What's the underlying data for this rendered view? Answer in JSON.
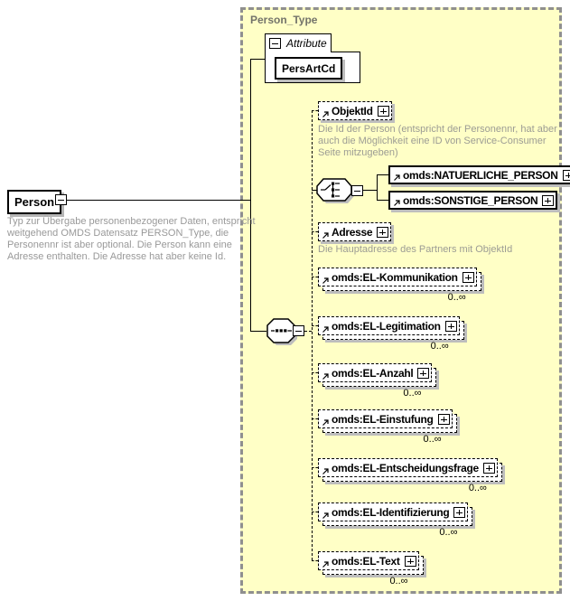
{
  "diagram": {
    "root_element": {
      "label": "Person",
      "description_lines": [
        "Typ zur Übergabe personenbezogener Daten, entspricht",
        "weitgehend OMDS Datensatz PERSON_Type, die",
        "Personennr ist aber optional. Die Person kann eine",
        "Adresse enthalten. Die Adresse hat aber keine Id."
      ]
    },
    "person_type": {
      "title": "Person_Type",
      "attribute_group": {
        "label": "Attribute",
        "attributes": [
          {
            "name": "PersArtCd"
          }
        ]
      },
      "children": [
        {
          "label": "ObjektId",
          "description_lines": [
            "Die Id der Person (entspricht der Personennr, hat aber",
            "auch die Möglichkeit eine ID von Service-Consumer",
            "Seite mitzugeben)"
          ]
        },
        {
          "choice": [
            {
              "label": "omds:NATUERLICHE_PERSON"
            },
            {
              "label": "omds:SONSTIGE_PERSON"
            }
          ]
        },
        {
          "label": "Adresse",
          "description_lines": [
            "Die Hauptadresse des Partners mit ObjektId"
          ]
        },
        {
          "label": "omds:EL-Kommunikation",
          "occurrence": "0..∞"
        },
        {
          "label": "omds:EL-Legitimation",
          "occurrence": "0..∞"
        },
        {
          "label": "omds:EL-Anzahl",
          "occurrence": "0..∞"
        },
        {
          "label": "omds:EL-Einstufung",
          "occurrence": "0..∞"
        },
        {
          "label": "omds:EL-Entscheidungsfrage",
          "occurrence": "0..∞"
        },
        {
          "label": "omds:EL-Identifizierung",
          "occurrence": "0..∞"
        },
        {
          "label": "omds:EL-Text",
          "occurrence": "0..∞"
        }
      ]
    },
    "colors": {
      "container_fill": "#FFFFC6",
      "container_border": "#8F8F8F",
      "box_fill": "#FFFFFF",
      "line": "#000000",
      "annotation_text": "#9C9C94",
      "shadow": "#BDBDBD",
      "title_text": "#73736A"
    }
  }
}
